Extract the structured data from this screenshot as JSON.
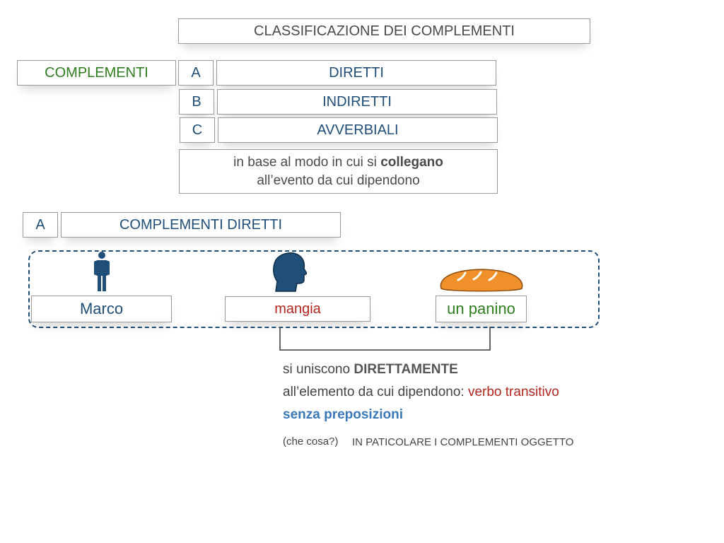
{
  "header": {
    "title": "CLASSIFICAZIONE DEI COMPLEMENTI"
  },
  "classification": {
    "root": "COMPLEMENTI",
    "items": [
      {
        "letter": "A",
        "label": "DIRETTI"
      },
      {
        "letter": "B",
        "label": "INDIRETTI"
      },
      {
        "letter": "C",
        "label": "AVVERBIALI"
      }
    ],
    "criterion_line1_before": "in base al modo in cui si ",
    "criterion_line1_bold": "collegano",
    "criterion_line2": "all’evento da cui dipendono"
  },
  "section": {
    "letter": "A",
    "title": "COMPLEMENTI DIRETTI"
  },
  "example": {
    "subject": "Marco",
    "verb": "mangia",
    "object": "un panino",
    "icons": [
      "person-icon",
      "head-icon",
      "bread-icon"
    ]
  },
  "explanation": {
    "line1_before": "si uniscono ",
    "line1_bold": "DIRETTAMENTE",
    "line2_before": "all’elemento da cui dipendono: ",
    "line2_highlight": "verbo transitivo",
    "line3": "senza preposizioni",
    "question": "(che cosa?)",
    "note": "IN PATICOLARE I COMPLEMENTI OGGETTO"
  },
  "colors": {
    "primary": "#1f4e79",
    "green": "#2e7d1e",
    "red": "#b3261e",
    "blue": "#3a78b8",
    "bread": "#f0902a"
  }
}
